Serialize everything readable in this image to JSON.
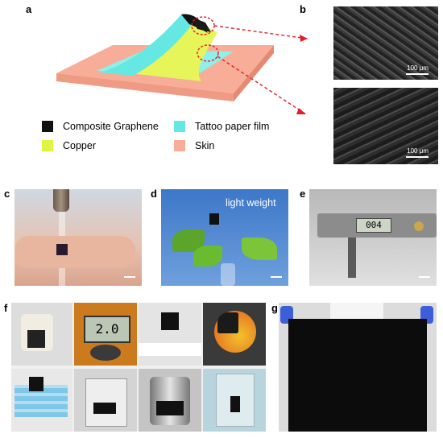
{
  "labels": {
    "a": "a",
    "b": "b",
    "c": "c",
    "d": "d",
    "e": "e",
    "f": "f",
    "g": "g"
  },
  "legend": [
    {
      "label": "Composite Graphene",
      "color": "#111111"
    },
    {
      "label": "Tattoo paper film",
      "color": "#66e8e2"
    },
    {
      "label": "Copper",
      "color": "#dff542"
    },
    {
      "label": "Skin",
      "color": "#f7ad97"
    }
  ],
  "sem": {
    "scale_top": "100 μm",
    "scale_bottom": "100 μm"
  },
  "panel_d": {
    "caption": "light weight"
  },
  "panel_e": {
    "readout": "004"
  },
  "panel_f": {
    "meter_readout": "2.0"
  }
}
